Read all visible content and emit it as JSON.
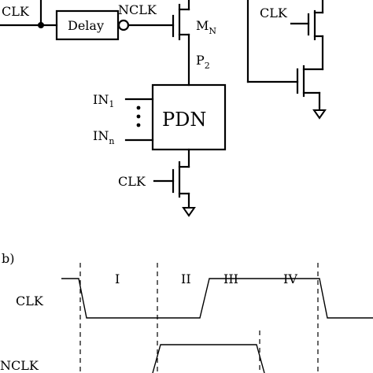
{
  "circuit": {
    "clk_left": "CLK",
    "delay": "Delay",
    "nclk": "NCLK",
    "mn_main": "M",
    "mn_sub": "N",
    "p2_main": "P",
    "p2_sub": "2",
    "in1_main": "IN",
    "in1_sub": "1",
    "inn_main": "IN",
    "inn_sub": "n",
    "pdn": "PDN",
    "clk_bottom": "CLK",
    "clk_right": "CLK"
  },
  "timing": {
    "panel_label": "b)",
    "phases": [
      "I",
      "II",
      "III",
      "IV"
    ],
    "clk_label": "CLK",
    "nclk_label": "NCLK"
  }
}
